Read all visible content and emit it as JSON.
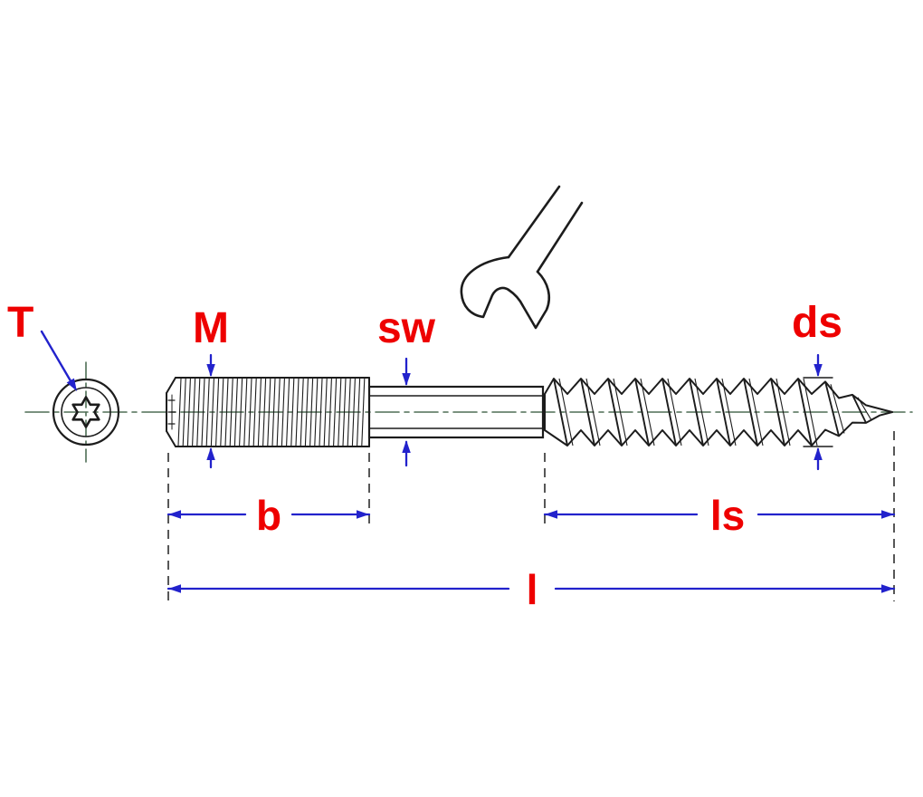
{
  "diagram": {
    "labels": {
      "torx": "T",
      "metric_thread": "M",
      "wrench_size": "sw",
      "screw_diameter": "ds",
      "metric_thread_length": "b",
      "wood_screw_length": "ls",
      "total_length": "l"
    },
    "colors": {
      "label_red": "#ee0000",
      "dimension_blue": "#2222cc",
      "line_dark": "#1c1c1c",
      "extension_gray": "#3a3a3a",
      "centerline_green": "#4e6e55",
      "background": "#ffffff"
    }
  }
}
